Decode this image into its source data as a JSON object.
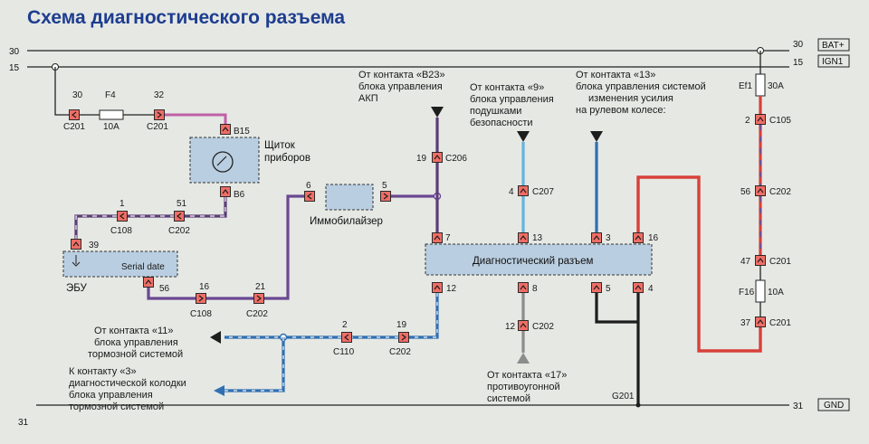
{
  "title": "Схема диагностического разъема",
  "rails": {
    "r30_left": "30",
    "r15_left": "15",
    "r31_left": "31",
    "r30_right": "30",
    "r15_right": "15",
    "r31_right": "31",
    "bat": "BAT+",
    "ign": "IGN1",
    "gnd": "GND"
  },
  "fuse_f4": {
    "pin_left": "30",
    "conn_left": "C201",
    "name": "F4",
    "rating": "10A",
    "pin_right": "32",
    "conn_right": "C201"
  },
  "cluster": {
    "pin_top": "B15",
    "pin_bottom": "B6",
    "label1": "Щиток",
    "label2": "приборов"
  },
  "c108_top": {
    "pin": "1",
    "conn": "C108"
  },
  "c202_top": {
    "pin": "51",
    "conn": "C202"
  },
  "ecu": {
    "pin_top": "39",
    "name": "ЭБУ",
    "box_label": "Serial date",
    "pin_out": "56"
  },
  "c108_bot": {
    "pin": "16",
    "conn": "C108"
  },
  "c202_bot": {
    "pin": "21",
    "conn": "C202"
  },
  "immo": {
    "pin_in": "6",
    "pin_out": "5",
    "label": "Иммобилайзер"
  },
  "akp": {
    "l1": "От контакта «B23»",
    "l2": "блока управления",
    "l3": "АКП",
    "pin": "19",
    "conn": "C206"
  },
  "airbag": {
    "l1": "От контакта «9»",
    "l2": "блока управления",
    "l3": "подушками",
    "l4": "безопасности",
    "pin": "4",
    "conn": "C207"
  },
  "eps": {
    "l1": "От контакта «13»",
    "l2": "блока управления системой",
    "l3": "изменения усилия",
    "l4": "на рулевом колесе:"
  },
  "diag": {
    "label": "Диагностический разъем",
    "p7": "7",
    "p13": "13",
    "p3": "3",
    "p16": "16",
    "p12": "12",
    "p8": "8",
    "p5": "5",
    "p4": "4"
  },
  "antitheft": {
    "pin": "12",
    "conn": "C202",
    "l1": "От контакта «17»",
    "l2": "противоугонной",
    "l3": "системой"
  },
  "brake_from": {
    "l1": "От контакта «11»",
    "l2": "блока управления",
    "l3": "тормозной системой"
  },
  "brake_to": {
    "l1": "К контакту «3»",
    "l2": "диагностической колодки",
    "l3": "блока управления",
    "l4": "тормозной системой"
  },
  "c110": {
    "pin": "2",
    "conn": "C110"
  },
  "c202_mid": {
    "pin": "19",
    "conn": "C202"
  },
  "ground": "G201",
  "right_branch": {
    "fuse_ef1": "Ef1",
    "fuse_ef1_rating": "30A",
    "c105_pin": "2",
    "c105": "C105",
    "c202_pin": "56",
    "c202": "C202",
    "c201a_pin": "47",
    "c201a": "C201",
    "fuse_f16": "F16",
    "fuse_f16_rating": "10A",
    "c201b_pin": "37",
    "c201b": "C201"
  },
  "colors": {
    "pink": "#c060a6",
    "purple_dark": "#5b3d78",
    "purple": "#6a4892",
    "blue": "#2f6fb2",
    "light_blue": "#62b4dc",
    "red": "#d8403a",
    "black": "#1d1d1d",
    "gray": "#8c8c8c",
    "connector": "#e8645e",
    "box_fill": "#b9cee0"
  }
}
